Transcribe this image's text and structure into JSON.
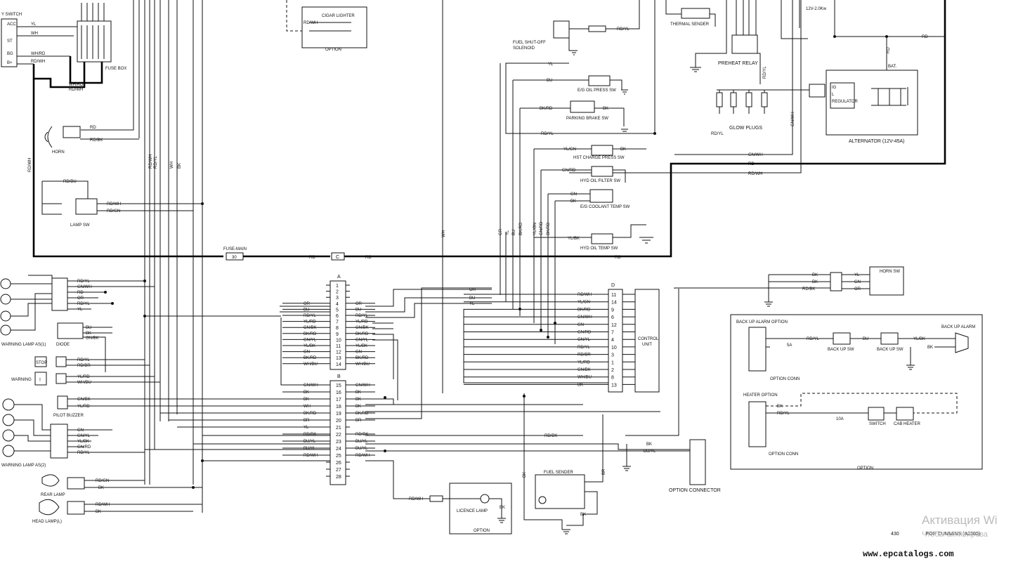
{
  "components": {
    "key_switch": "Y SWITCH",
    "acc": "ACC",
    "st": "ST",
    "bg": "BG",
    "b_plus": "B+",
    "fuse_box": "FUSE BOX",
    "cigar_lighter": "CIGAR LIGHTER",
    "option": "OPTION",
    "fuel_shutoff": "FUEL SHUT-OFF",
    "solenoid": "SOLENOID",
    "thermal_sender": "THERMAL SENDER",
    "preheat_relay": "PREHEAT RELAY",
    "glow_plugs": "GLOW PLUGS",
    "alternator": "ALTERNATOR (12V-45A)",
    "regulator": "REGULATOR",
    "bat": "BAT.",
    "starter": "12V-2.0Kw",
    "ig": "IG",
    "l": "L",
    "horn": "HORN",
    "lamp_sw": "LAMP SW",
    "eg_oil_press_sw": "E/G OIL PRESS SW",
    "parking_brake_sw": "PARKING BRAKE SW",
    "hst_charge_press_sw": "HST CHARGE PRESS SW",
    "hyd_oil_filter_sw": "HYD OIL FILTER SW",
    "eg_coolant_temp_sw": "E/G COOLANT TEMP SW",
    "hyd_oil_temp_sw": "HYD OIL TEMP SW",
    "fuse_main": "FUSE-MAIN",
    "fuse_main_val": "30",
    "warning_lamp_1": "WARNING LAMP AS(1)",
    "warning_lamp_2": "WARNING LAMP AS(2)",
    "diode": "DIODE",
    "stop": "STOP",
    "warning": "WARNING",
    "pilot_buzzer": "PILOT BUZZER",
    "rear_lamp": "REAR LAMP",
    "head_lamp": "HEAD LAMP(L)",
    "control_unit_1": "CONTROL",
    "control_unit_2": "UNIT",
    "horn_sw": "HORN SW",
    "back_up_alarm_option": "BACK UP ALARM OPTION",
    "back_up_alarm": "BACK UP ALARM",
    "back_up_sw": "BACK UP SW",
    "option_conn": "OPTION CONN",
    "heater_option": "HEATER OPTION",
    "switch": "SWITCH",
    "cab_heater": "CAB HEATER",
    "fuse_5a": "5A",
    "fuse_10a": "10A",
    "fuel_sender": "FUEL SENDER",
    "licence_lamp": "LICENCE LAMP",
    "option_connector": "OPTION CONNECTOR"
  },
  "connectors": {
    "A": "A",
    "B": "B",
    "C": "C",
    "D": "D"
  },
  "connector_a": {
    "pins": [
      "1",
      "2",
      "3",
      "4",
      "5",
      "6",
      "7",
      "8",
      "9",
      "10",
      "11",
      "12",
      "13",
      "14"
    ],
    "left": [
      "",
      "",
      "",
      "OR",
      "BU",
      "RD/YL",
      "YL/RD",
      "GN/BK",
      "BK/RD",
      "GN/YL",
      "YL/BK",
      "GN",
      "BK/RD",
      "WH/BU"
    ],
    "right": [
      "",
      "",
      "",
      "OR",
      "BU",
      "RD/YL",
      "YL/RD",
      "GN/BK",
      "BK/RD",
      "GN/YL",
      "YL/BK",
      "GN",
      "BK/RD",
      "WH/BU"
    ]
  },
  "connector_b": {
    "pins": [
      "15",
      "16",
      "17",
      "18",
      "19",
      "20",
      "21",
      "22",
      "23",
      "24",
      "25",
      "26",
      "27",
      "28"
    ],
    "left": [
      "GN/WH",
      "BK",
      "BK",
      "WH",
      "BK/RD",
      "BR",
      "YL",
      "RD/BK",
      "BU/YL",
      "BU/YL",
      "RD/WH",
      "",
      "",
      ""
    ],
    "right": [
      "GN/WH",
      "BK",
      "BK",
      "BK",
      "BK/RD",
      "BR",
      "",
      "RD/BK",
      "BU/YL",
      "BU/YL",
      "RD/WH",
      "",
      "",
      ""
    ]
  },
  "connector_d": {
    "pins": [
      "11",
      "14",
      "9",
      "6",
      "12",
      "7",
      "4",
      "10",
      "3",
      "1",
      "2",
      "8",
      "13"
    ],
    "wires": [
      "RD/WH",
      "YL/GN",
      "BK/RD",
      "GN/WH",
      "GN",
      "GN/RD",
      "GN/YL",
      "RD/YL",
      "RD/BR",
      "YL/RD",
      "GN/BK",
      "WH/BU",
      "BK"
    ]
  },
  "wires": {
    "yl": "YL",
    "wh": "WH",
    "whrd": "WH/RD",
    "rdwh": "RD/WH",
    "rd": "RD",
    "rdbk": "RD/BK",
    "rdyl": "RD/YL",
    "rdbu": "RD/BU",
    "rdgn": "RD/GN",
    "bu": "BU",
    "bkrd": "BK/RD",
    "bk": "BK",
    "rdyl2": "RD/YL",
    "ylgn": "YL/GN",
    "gnrd": "GN/RD",
    "gn": "GN",
    "ylbk": "YL/BK",
    "gnwh": "GN/WH",
    "or": "OR",
    "gnbk": "GN/BK",
    "rdbr": "RD/BR",
    "gnyl": "GN/YL",
    "yl_rd": "YL/RD",
    "whbu": "WH/BU",
    "buyl": "BU/YL",
    "br": "BR"
  },
  "vertical_wires": [
    "GN/WH",
    "RD/WH",
    "RD/YL",
    "BK/RD",
    "WH",
    "BK",
    "RD/WH",
    "GR",
    "YL",
    "BU",
    "BK/RD",
    "YL/GN",
    "GN/RD",
    "BK/RD",
    "BU",
    "RD"
  ],
  "footer": {
    "page_number": "430",
    "engine_note": "FOR CUMMINS (A2300)",
    "site": "www.epcatalogs.com",
    "watermark_1": "Активация Wi",
    "watermark_2": "Чтобы активирова"
  }
}
